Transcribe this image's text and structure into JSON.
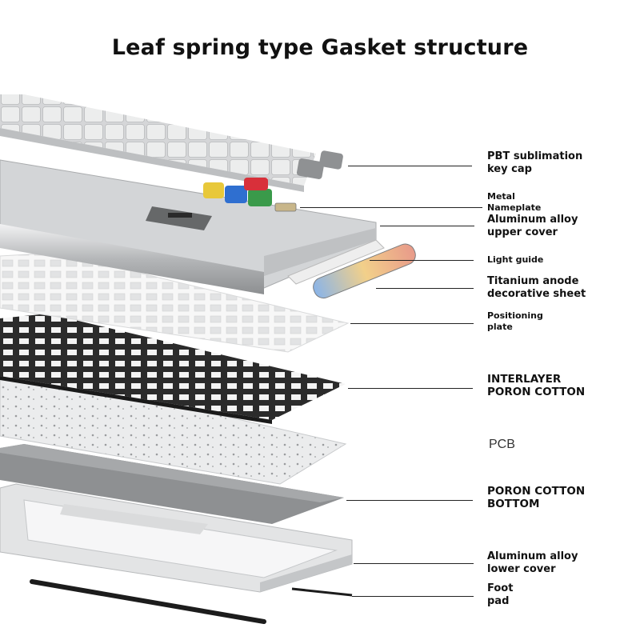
{
  "title": "Leaf spring type Gasket structure",
  "labels": [
    {
      "id": "keycap",
      "line1": "PBT sublimation",
      "line2": "key cap"
    },
    {
      "id": "nameplate",
      "line1": "Metal",
      "line2": "Nameplate"
    },
    {
      "id": "upper-cover",
      "line1": "Aluminum alloy",
      "line2": "upper cover"
    },
    {
      "id": "light-guide",
      "line1": "Light guide",
      "line2": ""
    },
    {
      "id": "titanium-sheet",
      "line1": "Titanium anode",
      "line2": "decorative sheet"
    },
    {
      "id": "positioning-plate",
      "line1": "Positioning",
      "line2": "plate"
    },
    {
      "id": "interlayer-poron",
      "line1": "INTERLAYER",
      "line2": "PORON COTTON"
    },
    {
      "id": "pcb",
      "line1": "PCB",
      "line2": ""
    },
    {
      "id": "bottom-poron",
      "line1": "PORON COTTON",
      "line2": "BOTTOM"
    },
    {
      "id": "lower-cover",
      "line1": "Aluminum alloy",
      "line2": "lower cover"
    },
    {
      "id": "foot-pad",
      "line1": "Foot",
      "line2": "pad"
    }
  ],
  "colors": {
    "keycap_light": "#e4e5e6",
    "keycap_gray": "#9a9c9e",
    "accent_red": "#d8303a",
    "accent_yellow": "#e8c83a",
    "accent_blue": "#2f6fd0",
    "accent_green": "#3a9a4a",
    "aluminum": "#c9cbcd",
    "poron": "#2b2b2b",
    "pcb": "#e9eaeb"
  }
}
